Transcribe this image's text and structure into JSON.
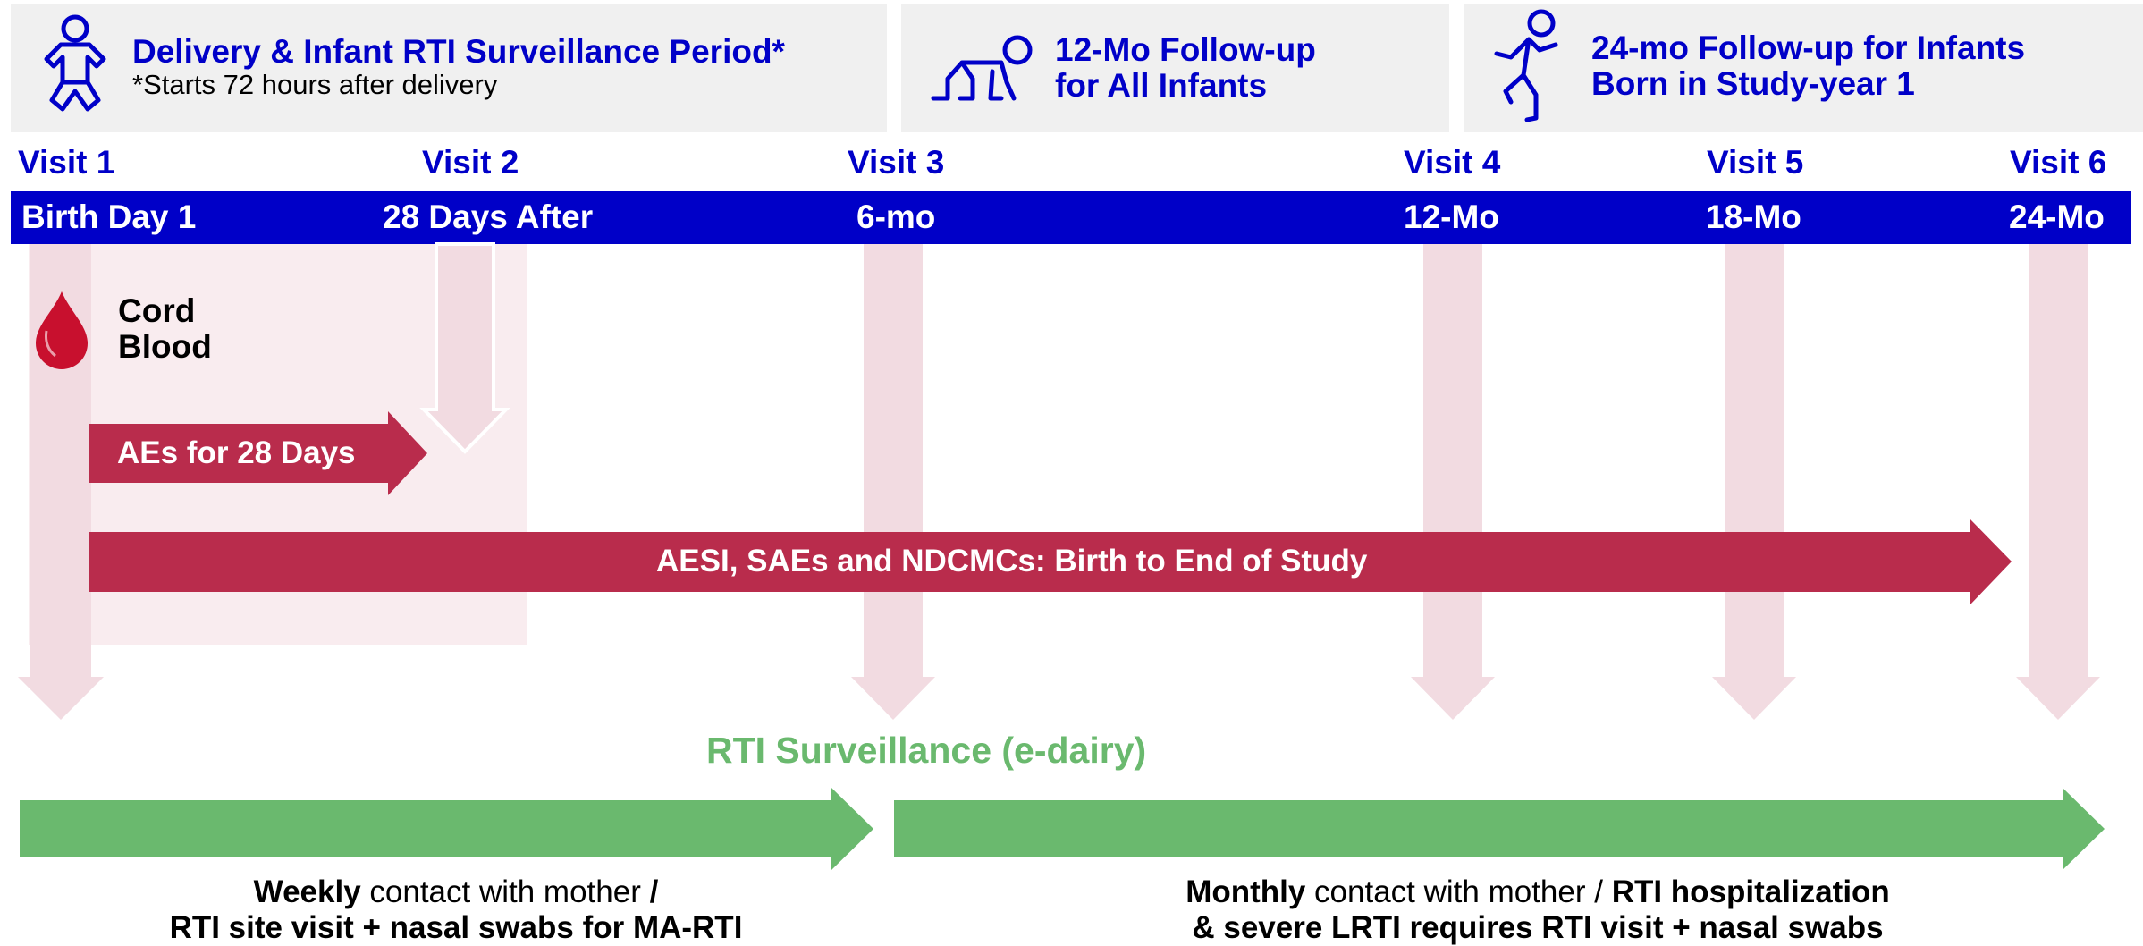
{
  "phases": [
    {
      "title": "Delivery & Infant RTI Surveillance Period*",
      "subtitle": "*Starts 72 hours after delivery",
      "icon": "baby-icon"
    },
    {
      "title_lines": [
        "12-Mo Follow-up",
        "for All Infants"
      ],
      "icon": "crawling-infant-icon"
    },
    {
      "title_lines": [
        "24-mo Follow-up for Infants",
        "Born in Study-year 1"
      ],
      "icon": "walking-child-icon"
    }
  ],
  "visits": [
    "Visit 1",
    "Visit 2",
    "Visit 3",
    "Visit 4",
    "Visit 5",
    "Visit 6"
  ],
  "timepoints": [
    "Birth Day 1",
    "28 Days After",
    "6-mo",
    "12-Mo",
    "18-Mo",
    "24-Mo"
  ],
  "cord_blood": {
    "lines": [
      "Cord",
      "Blood"
    ],
    "icon": "blood-drop-icon"
  },
  "ae_arrow": "AEs for 28 Days",
  "aesi_arrow": "AESI, SAEs and NDCMCs: Birth to End of Study",
  "surveillance": {
    "title": "RTI Surveillance (e-dairy)",
    "weekly": {
      "line1_bold": "Weekly",
      "line1_rest": " contact with mother ",
      "line1_end": "/",
      "line2": "RTI site visit + nasal swabs for MA-RTI"
    },
    "monthly": {
      "line1_bold": "Monthly",
      "line1_mid": " contact with mother / ",
      "line1_end": "RTI hospitalization",
      "line2": "& severe LRTI requires RTI visit + nasal swabs"
    }
  },
  "colors": {
    "blue": "#0000c8",
    "crimson": "#b92c4c",
    "pink": "#f2dbe1",
    "green": "#6ab96e",
    "panel": "#f0f0f0"
  }
}
